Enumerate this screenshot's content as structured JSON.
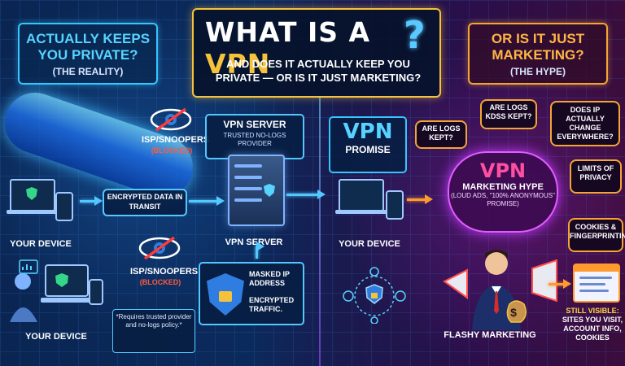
{
  "title": {
    "prefix": "WHAT IS A ",
    "highlight": "VPN",
    "qmark": "?",
    "subtitle": "AND DOES IT ACTUALLY KEEP YOU PRIVATE — OR IS IT JUST MARKETING?"
  },
  "left_header": {
    "main": "ACTUALLY KEEPS YOU PRIVATE?",
    "sub": "(THE REALITY)"
  },
  "right_header": {
    "main": "OR IS IT JUST MARKETING?",
    "sub": "(THE HYPE)"
  },
  "left": {
    "isp_top": "ISP/SNOOPERS",
    "blocked_top": "(BLOCKED)",
    "isp_bottom": "ISP/SNOOPERS",
    "blocked_bottom": "(BLOCKED)",
    "encrypted": "ENCRYPTED DATA IN TRANSIT",
    "vpn_server_title": "VPN SERVER",
    "vpn_server_sub": "TRUSTED NO-LOGS PROVIDER",
    "vpn_server_label": "VPN SERVER",
    "your_device_1": "YOUR DEVICE",
    "your_device_2": "YOUR DEVICE",
    "masked_ip": "MASKED IP ADDRESS",
    "encrypted_traffic": "ENCRYPTED TRAFFIC.",
    "note": "*Requires trusted provider and no-logs policy.*"
  },
  "right": {
    "promise_big": "VPN",
    "promise_small": "PROMISE",
    "your_device": "YOUR DEVICE",
    "cloud_vpn": "VPN",
    "cloud_title": "MARKETING HYPE",
    "cloud_sub": "(LOUD ADS, \"100% ANONYMOUS\" PROMISE)",
    "bubble_logs_1": "ARE LOGS KEPT?",
    "bubble_logs_2": "ARE LOGS KDSS KEPT?",
    "bubble_ip": "DOES IP ACTUALLY CHANGE EVERYWHERE?",
    "bubble_limits": "LIMITS OF PRIVACY",
    "bubble_cookies": "COOKIES & FINGERPRINTING",
    "flashy": "FLASHY MARKETING",
    "still_visible": "STILL VISIBLE:",
    "still_detail": "SITES YOU VISIT, ACCOUNT INFO, COOKIES",
    "money_sign": "$"
  }
}
